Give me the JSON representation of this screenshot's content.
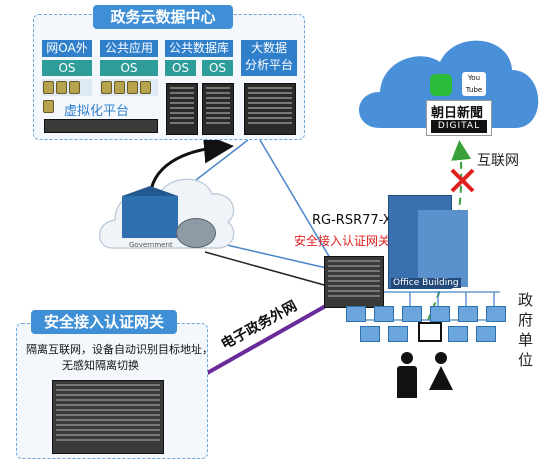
{
  "datacenter": {
    "title": "政务云数据中心",
    "columns": [
      {
        "label": "网OA外",
        "os": [
          "OS"
        ]
      },
      {
        "label": "公共应用",
        "os": [
          "OS"
        ]
      },
      {
        "label": "公共数据库",
        "os": [
          "OS",
          "OS"
        ]
      },
      {
        "label_line1": "大数据",
        "label_line2": "分析平台"
      }
    ],
    "virtual_platform": "虚拟化平台"
  },
  "cloud": {
    "logo_text": "朝日新聞",
    "logo_sub": "DIGITAL",
    "youtube_text": "You Tube"
  },
  "internet_label": "互联网",
  "government_label": "Government",
  "router": {
    "model": "RG-RSR77-X",
    "role": "安全接入认证网关"
  },
  "office_building_label": "Office Building",
  "gov_unit_label": "政府单位",
  "egov_network_label": "电子政务外网",
  "gateway_panel": {
    "title": "安全接入认证网关",
    "desc_line1": "隔离互联网，设备自动识别目标地址，",
    "desc_line2": "无感知隔离切换"
  },
  "colors": {
    "accent_blue": "#3f8fd6",
    "os_teal": "#2e9d9a",
    "router_red": "#e02020",
    "internet_green": "#3aa03a",
    "egov_purple": "#6a2a9a",
    "cloud_blue": "#4a90d9"
  }
}
